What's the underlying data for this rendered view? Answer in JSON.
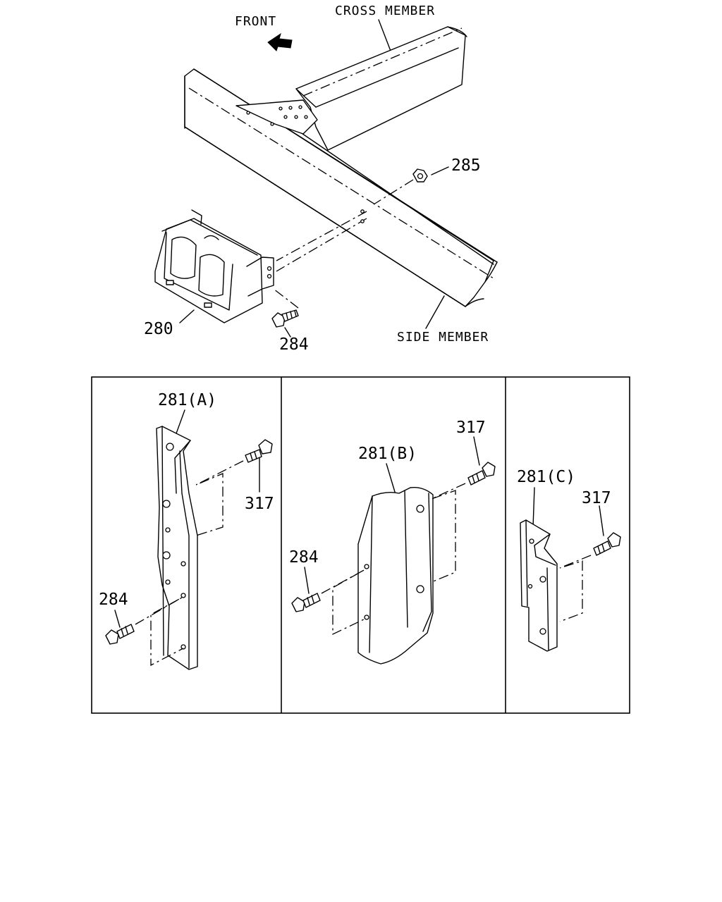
{
  "labels": {
    "front": "FRONT",
    "cross_member": "CROSS MEMBER",
    "side_member": "SIDE MEMBER",
    "p280": "280",
    "p284_top": "284",
    "p285": "285",
    "panel_a": {
      "part": "281(A)",
      "bolt_317": "317",
      "bolt_284": "284"
    },
    "panel_b": {
      "part": "281(B)",
      "bolt_317": "317",
      "bolt_284": "284"
    },
    "panel_c": {
      "part": "281(C)",
      "bolt_317": "317"
    }
  }
}
